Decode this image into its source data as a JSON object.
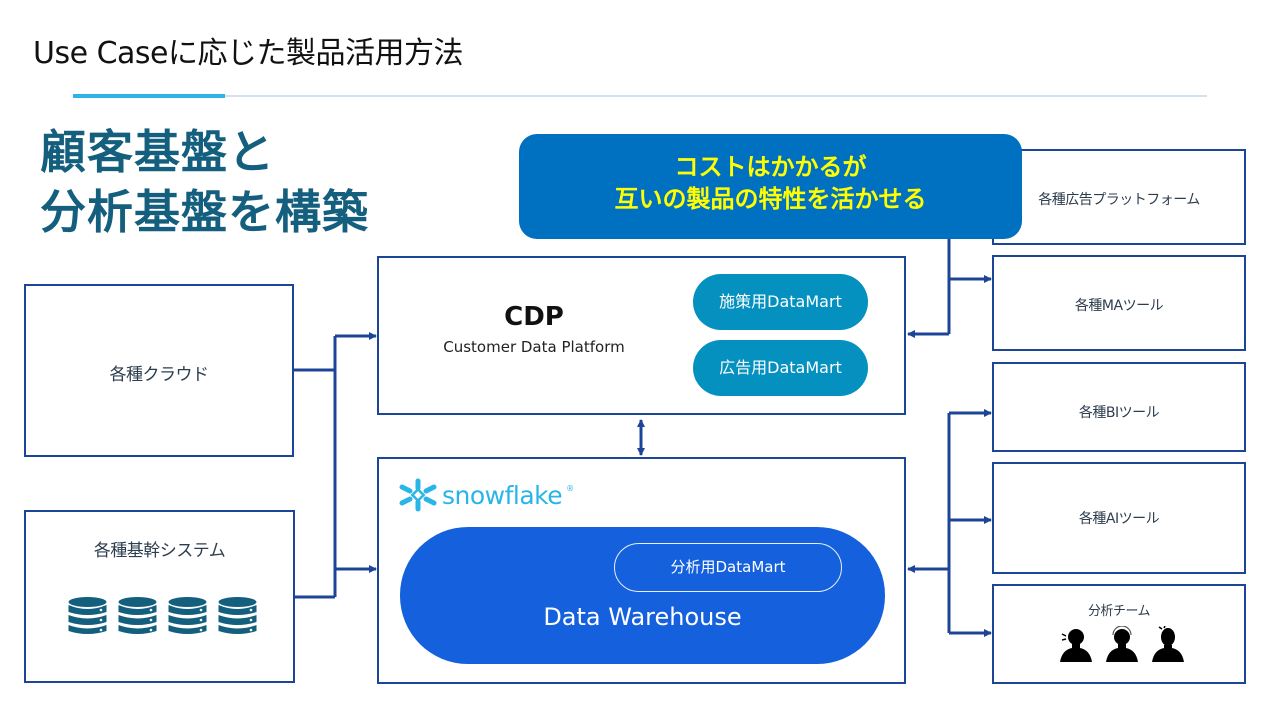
{
  "header": {
    "title": "Use Caseに応じた製品活用方法"
  },
  "headline": {
    "line1": "顧客基盤と",
    "line2": "分析基盤を構築"
  },
  "callout": {
    "line1": "コストはかかるが",
    "line2": "互いの製品の特性を活かせる",
    "background_color": "#0070c0",
    "text_color": "#ffff00"
  },
  "sources": {
    "cloud": {
      "label": "各種クラウド"
    },
    "core_systems": {
      "label": "各種基幹システム",
      "icon": "database-icon",
      "icon_count": 4
    }
  },
  "cdp": {
    "title": "CDP",
    "subtitle": "Customer Data Platform",
    "datamarts": [
      "施策用DataMart",
      "広告用DataMart"
    ]
  },
  "snowflake": {
    "logo_text": "snowflake",
    "logo_mark": "®",
    "warehouse_label": "Data Warehouse",
    "datamart": "分析用DataMart",
    "brand_color": "#29b5e8"
  },
  "destinations": {
    "ad_platforms": {
      "label": "各種広告プラットフォーム"
    },
    "ma_tools": {
      "label": "各種MAツール"
    },
    "bi_tools": {
      "label": "各種BIツール"
    },
    "ai_tools": {
      "label": "各種AIツール"
    },
    "analytics_team": {
      "label": "分析チーム",
      "icon": "person-icon",
      "icon_count": 3
    }
  },
  "colors": {
    "connector": "#1d4597",
    "headline": "#145f7e",
    "pill": "#0591bf",
    "warehouse": "#1560dc",
    "accent_rule": "#2eb3e6"
  }
}
